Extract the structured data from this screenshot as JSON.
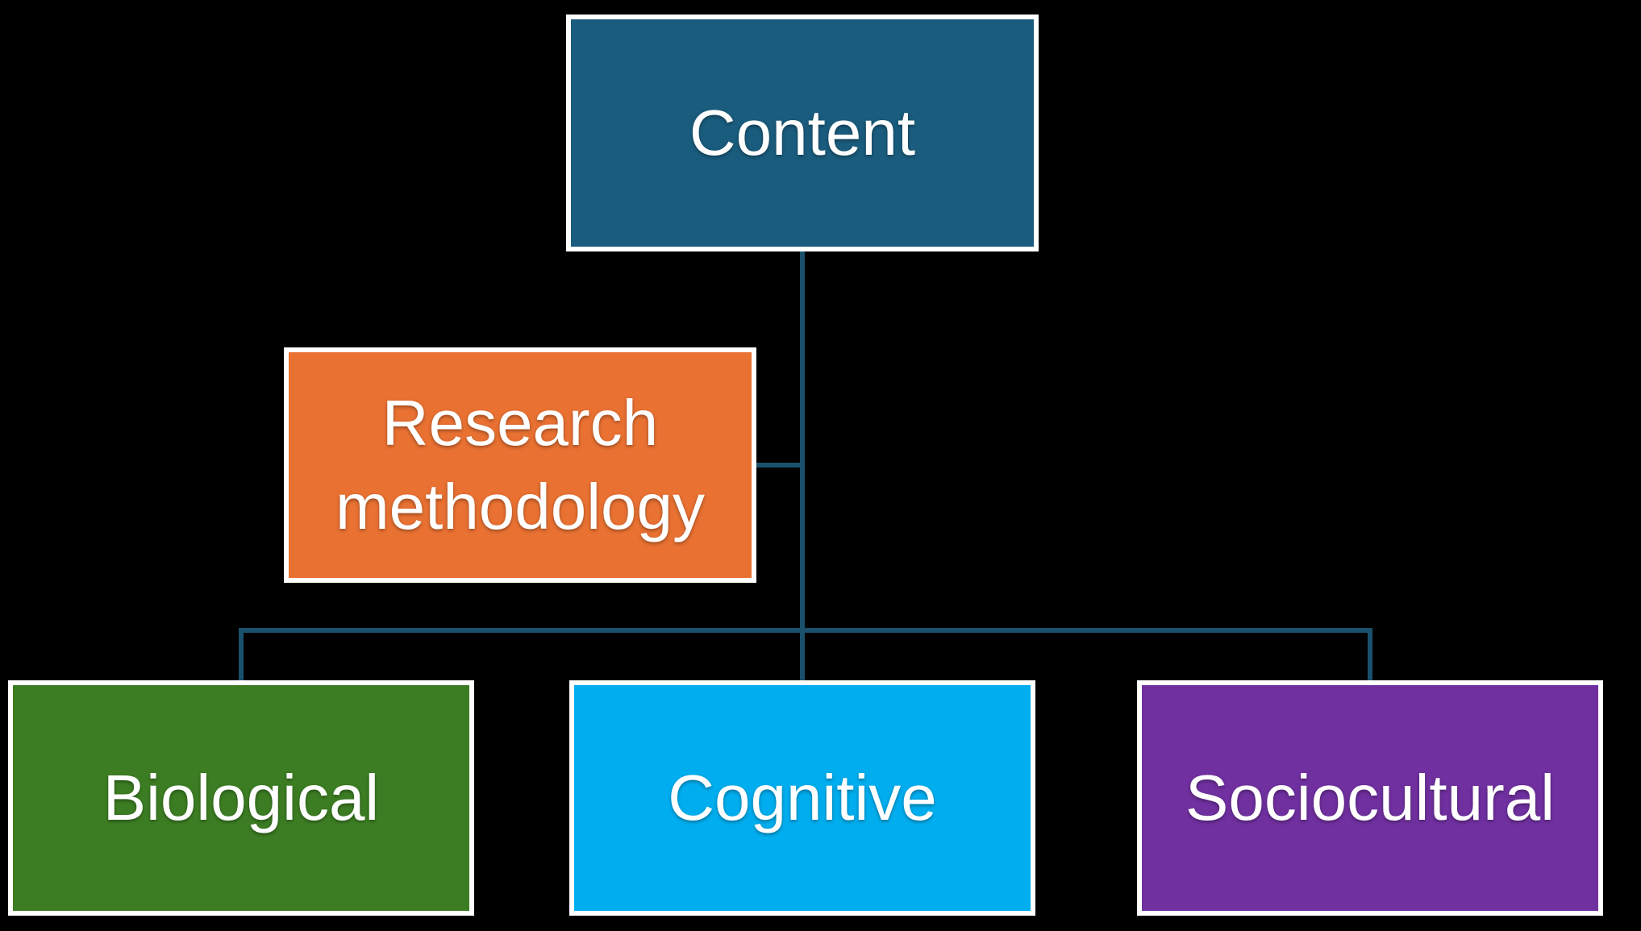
{
  "canvas": {
    "background": "#000000"
  },
  "diagram": {
    "type": "org-chart",
    "connector_color": "#1A506B",
    "node_border_color": "#FFFFFF",
    "text_color": "#FFFFFF",
    "nodes": {
      "content": {
        "label": "Content",
        "fill": "#1A5C7D"
      },
      "research": {
        "label": "Research methodology",
        "fill": "#E97132"
      },
      "biological": {
        "label": "Biological",
        "fill": "#3C7D23"
      },
      "cognitive": {
        "label": "Cognitive",
        "fill": "#00AEEF"
      },
      "sociocultural": {
        "label": "Sociocultural",
        "fill": "#7030A0"
      }
    }
  }
}
